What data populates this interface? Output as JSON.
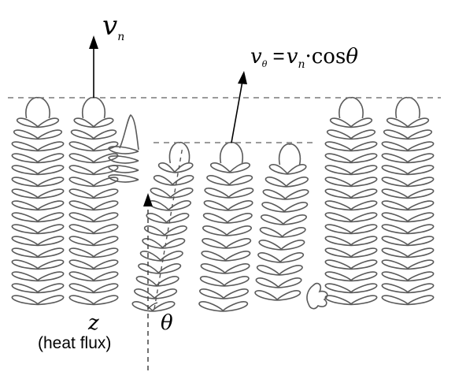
{
  "labels": {
    "vn_symbol": "v",
    "vn_subscript": "n",
    "vtheta_lhs_symbol": "v",
    "vtheta_lhs_subscript": "θ",
    "vtheta_eq": " =",
    "vtheta_rhs_symbol": "v",
    "vtheta_rhs_subscript": "n",
    "vtheta_rhs_tail": "·cos",
    "vtheta_rhs_theta": "θ",
    "z_axis": "z",
    "heat_flux": "(heat flux)",
    "theta_angle": "θ"
  },
  "colors": {
    "dendrite_stroke": "#5a5a5a",
    "dashed_line": "#7a7a7a",
    "arrow": "#000000"
  },
  "icons": {
    "vn_arrow": "arrow-up",
    "vtheta_arrow": "arrow-up-right",
    "z_arrow": "arrow-up"
  }
}
